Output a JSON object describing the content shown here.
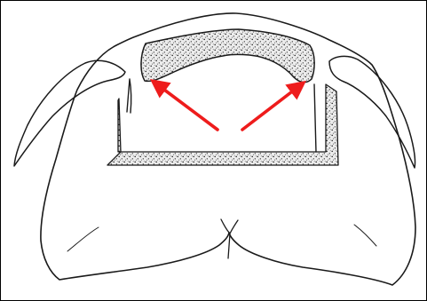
{
  "figure": {
    "description_visible_text": "",
    "colors": {
      "background": "#ffffff",
      "ink": "#1a1a1a",
      "stipple": "#ececec",
      "arrow": "#ee1c1c",
      "frame": "#000000"
    },
    "arrows": {
      "count": 2,
      "direction": "diverging-upward"
    },
    "parts": {
      "upper-stippled-band": "stippled",
      "lower-stippled-trough": "stippled",
      "outer-lobes": "outline-only"
    }
  }
}
